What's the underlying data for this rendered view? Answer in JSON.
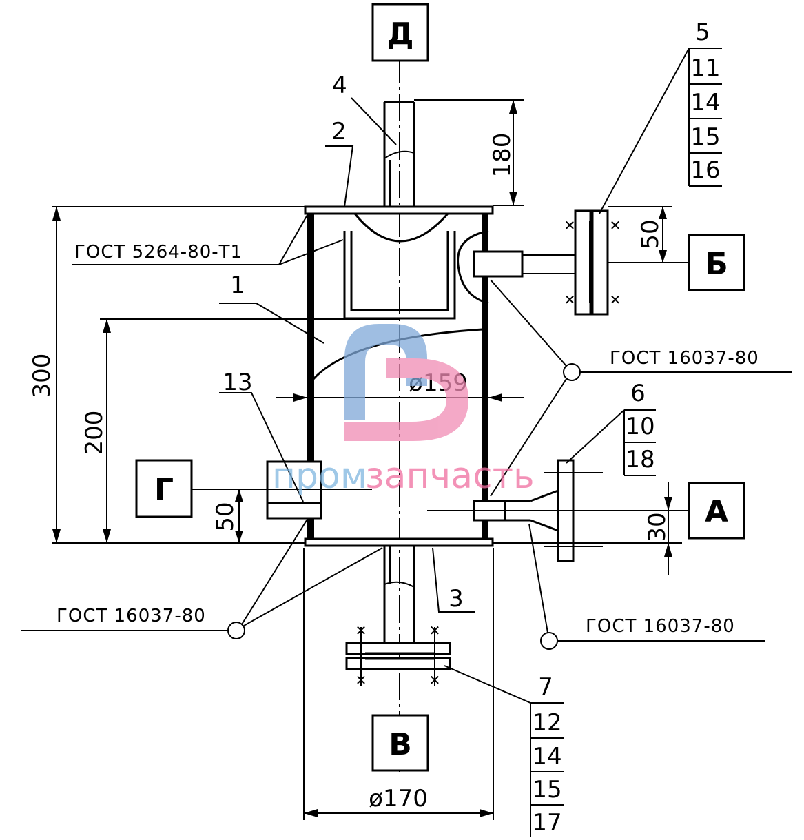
{
  "view_labels": {
    "top": "Д",
    "right_upper": "Б",
    "left": "Г",
    "right_lower": "А",
    "bottom": "В"
  },
  "callouts": {
    "c1": "1",
    "c2": "2",
    "c3": "3",
    "c4": "4",
    "c13": "13"
  },
  "stacks": {
    "s5": [
      "5",
      "11",
      "14",
      "15",
      "16"
    ],
    "s6": [
      "6",
      "10",
      "18"
    ],
    "s7": [
      "7",
      "12",
      "14",
      "15",
      "17"
    ]
  },
  "dimensions": {
    "d180": "180",
    "d300": "300",
    "d200": "200",
    "d50_left": "50",
    "d50_right": "50",
    "d30": "30",
    "dia159": "ø159",
    "dia170": "ø170"
  },
  "standards": {
    "gost_5264": "ГОСТ 5264-80-Т1",
    "gost_right_upper": "ГОСТ 16037-80",
    "gost_left_lower": "ГОСТ 16037-80",
    "gost_right_lower": "ГОСТ 16037-80"
  },
  "watermark": {
    "text_left": "пром",
    "text_right": "запчасть",
    "color_blue": "#7fb6e0",
    "color_pink": "#f06ea0"
  }
}
